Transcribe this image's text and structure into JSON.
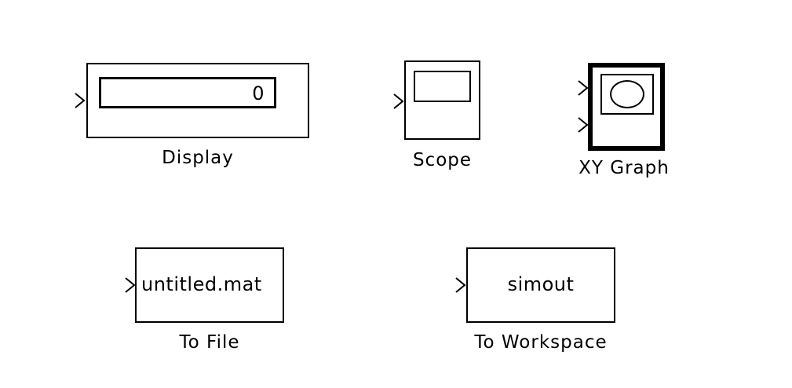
{
  "blocks": {
    "display": {
      "caption": "Display",
      "value": "0"
    },
    "scope": {
      "caption": "Scope"
    },
    "xy_graph": {
      "caption": "XY Graph"
    },
    "to_file": {
      "caption": "To File",
      "filename": "untitled.mat"
    },
    "to_workspace": {
      "caption": "To Workspace",
      "variable": "simout"
    }
  },
  "icons": {
    "input_port": "input-port-chevron-icon",
    "scope_screen": "scope-screen-icon",
    "xy_plot": "xy-plot-icon"
  }
}
